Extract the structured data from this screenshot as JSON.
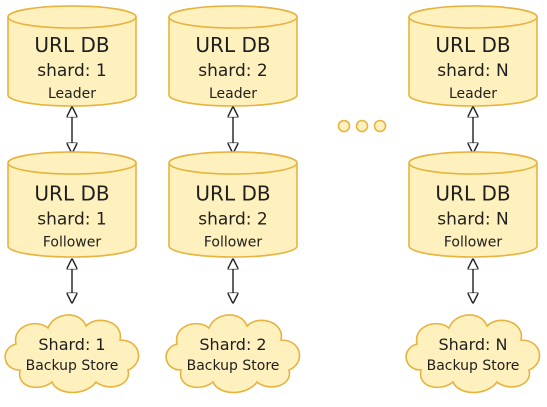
{
  "colors": {
    "stroke": "#e7b33f",
    "fill": "#fff1bd",
    "text": "#1e1e1e",
    "arrow": "#1e1e1e"
  },
  "diagram": {
    "columns": [
      {
        "leader": {
          "title": "URL DB",
          "shard": "shard: 1",
          "role": "Leader"
        },
        "follower": {
          "title": "URL DB",
          "shard": "shard: 1",
          "role": "Follower"
        },
        "backup": {
          "shard": "Shard: 1",
          "label": "Backup Store"
        }
      },
      {
        "leader": {
          "title": "URL DB",
          "shard": "shard: 2",
          "role": "Leader"
        },
        "follower": {
          "title": "URL DB",
          "shard": "shard: 2",
          "role": "Follower"
        },
        "backup": {
          "shard": "Shard: 2",
          "label": "Backup Store"
        }
      },
      {
        "leader": {
          "title": "URL DB",
          "shard": "shard: N",
          "role": "Leader"
        },
        "follower": {
          "title": "URL DB",
          "shard": "shard: N",
          "role": "Follower"
        },
        "backup": {
          "shard": "Shard: N",
          "label": "Backup Store"
        }
      }
    ],
    "ellipsis_dots": 3
  }
}
